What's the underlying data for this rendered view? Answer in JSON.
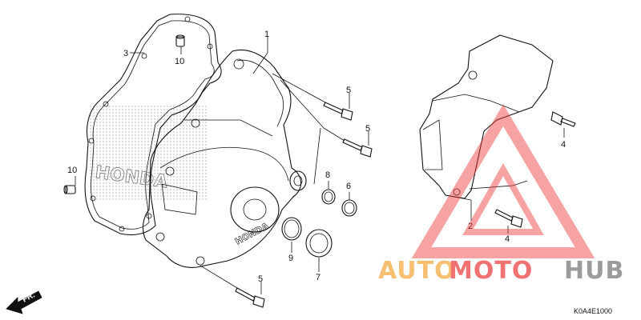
{
  "callouts": {
    "c1": "1",
    "c2": "2",
    "c3": "3",
    "c4a": "4",
    "c4b": "4",
    "c5a": "5",
    "c5b": "5",
    "c5c": "5",
    "c6": "6",
    "c7": "7",
    "c8": "8",
    "c9": "9",
    "c10a": "10",
    "c10b": "10"
  },
  "direction": {
    "label": "FR."
  },
  "brand": {
    "cover_logo": "HONDA",
    "gasket_logo": "HONDA"
  },
  "diagram_code": "K0A4E1000",
  "watermark": {
    "part1": "AUTO",
    "part2": "MOTO",
    "part3": "HUB",
    "color1": "#f5b55a",
    "color2": "#ef5a5a",
    "color3": "#8a8a8a",
    "triangle_color": "#ee3b3b"
  }
}
